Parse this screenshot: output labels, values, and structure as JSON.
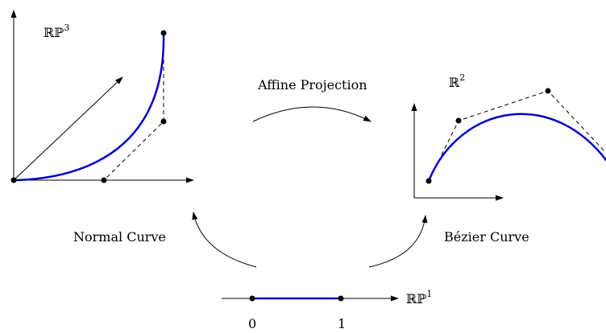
{
  "labels": {
    "rp3": {
      "base": "ℝℙ",
      "sup": "3"
    },
    "r2": {
      "base": "ℝ",
      "sup": "2"
    },
    "rp1": {
      "base": "ℝℙ",
      "sup": "1"
    },
    "affine_projection": "Affine Projection",
    "normal_curve": "Normal Curve",
    "bezier_curve": "Bézier Curve",
    "tick_0": "0",
    "tick_1": "1"
  },
  "colors": {
    "curve": "#0000cc",
    "ink": "#000000"
  }
}
